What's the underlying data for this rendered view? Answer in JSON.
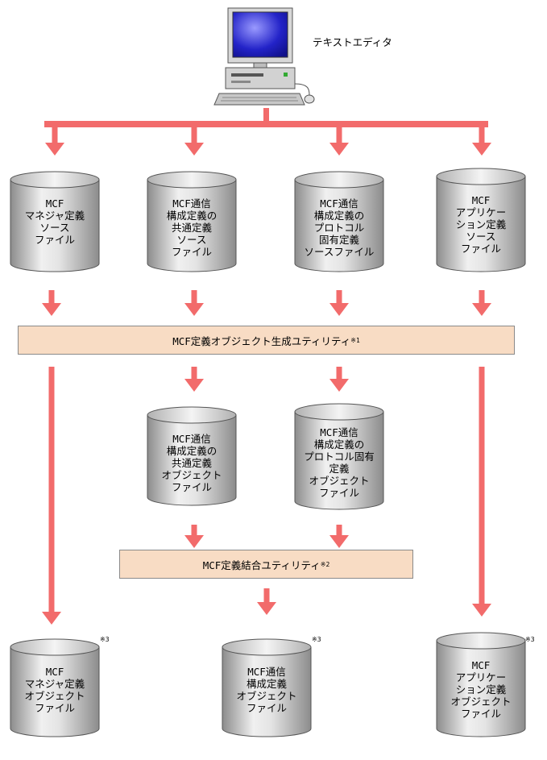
{
  "computer_label": "テキストエディタ",
  "source_files": [
    "MCF\nマネジャ定義\nソース\nファイル",
    "MCF通信\n構成定義の\n共通定義\nソース\nファイル",
    "MCF通信\n構成定義の\nプロトコル\n固有定義\nソースファイル",
    "MCF\nアプリケー\nション定義\nソース\nファイル"
  ],
  "utility1": {
    "label": "MCF定義オブジェクト生成ユティリティ",
    "note": "※1"
  },
  "intermediate_files": [
    "MCF通信\n構成定義の\n共通定義\nオブジェクト\nファイル",
    "MCF通信\n構成定義の\nプロトコル固有\n定義\nオブジェクト\nファイル"
  ],
  "utility2": {
    "label": "MCF定義結合ユティリティ",
    "note": "※2"
  },
  "output_files": [
    "MCF\nマネジャ定義\nオブジェクト\nファイル",
    "MCF通信\n構成定義\nオブジェクト\nファイル",
    "MCF\nアプリケー\nション定義\nオブジェクト\nファイル"
  ],
  "output_note": "※3",
  "colors": {
    "arrow": "#f26b6b",
    "box_fill": "#f8dcc4",
    "cylinder_light": "#eeeeee",
    "cylinder_dark": "#8c8c8c"
  }
}
